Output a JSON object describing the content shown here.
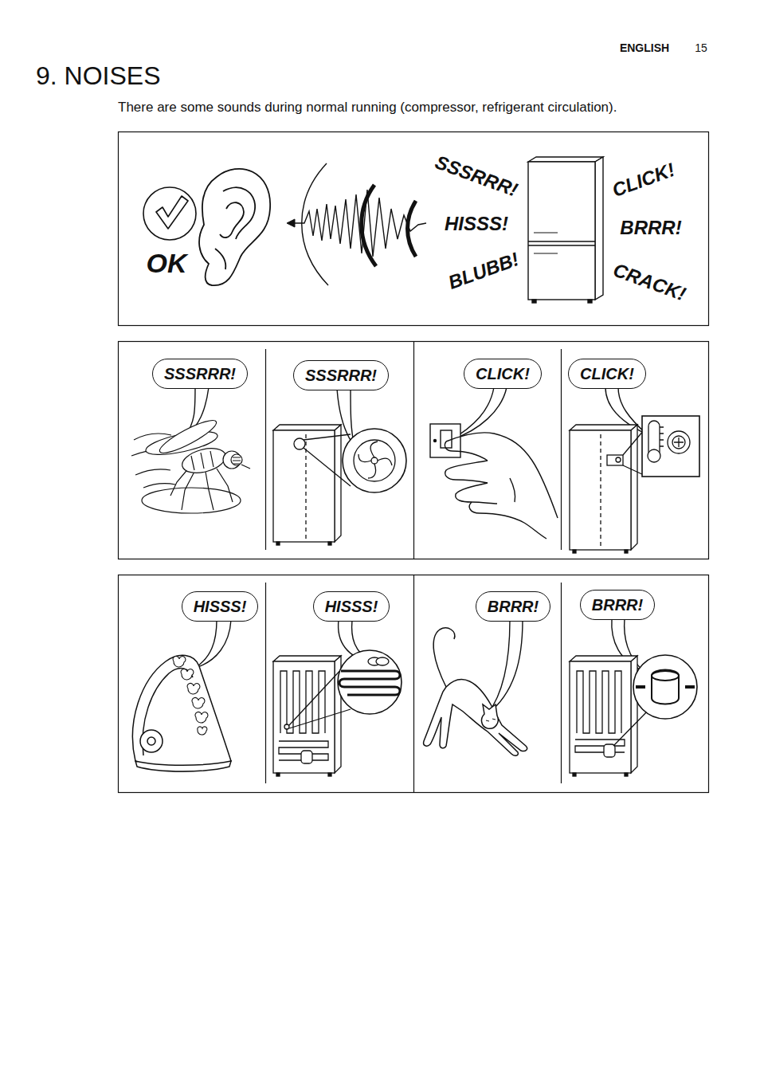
{
  "diagram": {
    "title": "9. NOISES",
    "nodes": [
      {
        "text": [
          "SSSRRR!"
        ]
      },
      {
        "text": [
          "SSSRRR!"
        ]
      },
      {
        "text": [
          "CLICK!"
        ]
      },
      {
        "text": [
          "CLICK!"
        ]
      },
      {
        "text": [
          "HISSS!"
        ]
      },
      {
        "text": [
          "HISSS!"
        ]
      },
      {
        "text": [
          "BRRR!"
        ]
      },
      {
        "text": [
          "BRRR!"
        ]
      }
    ],
    "labels": [
      "ENGLISH",
      "15",
      "There are some sounds during normal running (compressor, refrigerant circulation).",
      "OK",
      "SSSRRR!",
      "HISSS!",
      "BLUBB!",
      "CLICK!",
      "BRRR!",
      "CRACK!"
    ]
  }
}
